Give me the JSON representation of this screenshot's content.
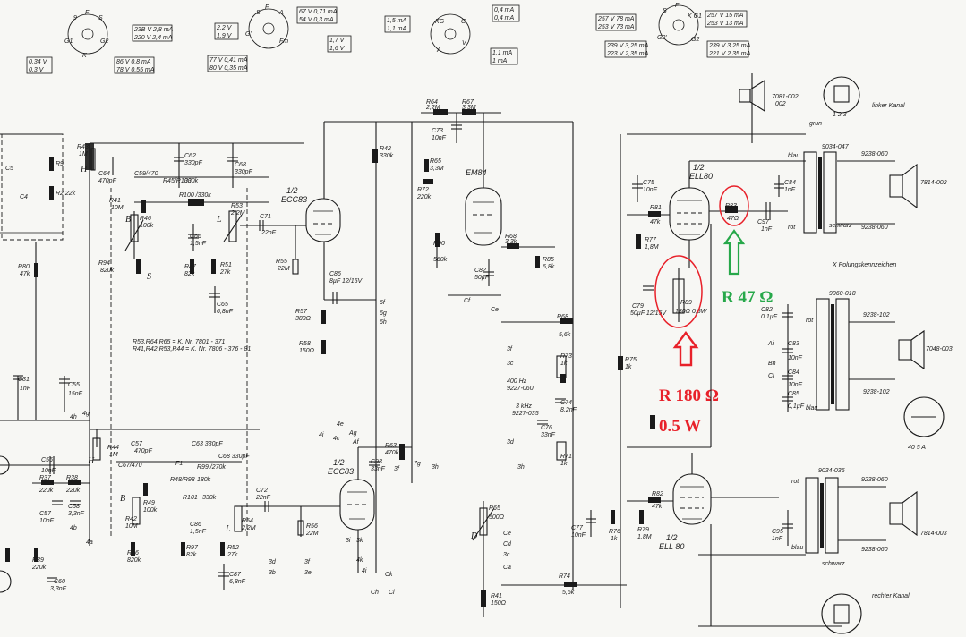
{
  "colors": {
    "annotation_red": "#e8212a",
    "annotation_green": "#27a84a",
    "ink": "#1a1a1a",
    "paper": "#f7f7f4"
  },
  "tubes": {
    "ecc83_top": "ECC83",
    "ecc83_top_frac": "1/2",
    "em84": "EM84",
    "ell80_top": "ELL80",
    "ell80_top_frac": "1/2",
    "ecc83_bottom": "ECC83",
    "ecc83_bottom_frac": "1/2",
    "ell80_bottom": "ELL 80",
    "ell80_bottom_frac": "1/2"
  },
  "voltage_tables": {
    "t1": [
      "23B V 2,8 mA",
      "220 V 2,4 mA",
      "86 V 0,8 mA",
      "78 V 0,55 mA",
      "0,34 V",
      "0,3 V"
    ],
    "t2": [
      "2,2 V",
      "1,9 V",
      "67 V 0,71 mA",
      "54 V 0,3 mA",
      "1,7 V",
      "1,6 V",
      "77 V 0,41 mA",
      "80 V 0,35 mA"
    ],
    "t3": [
      "1,5 mA",
      "1,1 mA",
      "0,4 mA",
      "0,4 mA",
      "1,1 mA",
      "1 mA"
    ],
    "t4": [
      "257 V 78 mA",
      "253 V 73 mA",
      "257 V 15 mA",
      "253 V 13 mA",
      "239 V 3,25 mA",
      "223 V 2,35 mA",
      "239 V 3,25 mA",
      "221 V 2,35 mA"
    ]
  },
  "components": {
    "r43": "R43",
    "r43v": "1M",
    "r41": "R41",
    "r41v": "10M",
    "r46": "R46",
    "r46v": "100k",
    "r94": "R94",
    "r94v": "820k",
    "r47": "R47",
    "r47v": "82k",
    "r51": "R51",
    "r51v": "27k",
    "r53": "R53",
    "r53v": "2,2M",
    "r45": "R45/R100",
    "r45v": "330k",
    "c62": "C62",
    "c62v": "330pF",
    "c68": "C68",
    "c68v": "330pF",
    "c64": "C64",
    "c64v": "470pF",
    "c65": "C65",
    "c65v": "6,8nF",
    "c66": "C66",
    "c66v": "1,5nF",
    "c71": "C71",
    "c71v": "22nF",
    "r55": "R55",
    "r55v": "22M",
    "c86": "C86",
    "c86v": "8µF 12/15V",
    "r57": "R57",
    "r57v": "380Ω",
    "r58": "R58",
    "r58v": "150Ω",
    "r42": "R42",
    "r42v": "330k",
    "r64": "R64",
    "r64v": "2,2M",
    "r67": "R67",
    "r67v": "3,3M",
    "c73": "C73",
    "c73v": "10nF",
    "r65": "R65",
    "r65v": "3,3M",
    "r72": "R72",
    "r72v": "220k",
    "r90": "R90",
    "r90v": "560k",
    "r85": "R85",
    "r85v": "6,8k",
    "c82": "C82",
    "c82v": "50µF",
    "r68": "R68",
    "r68v": "5,6k",
    "r75": "R75",
    "r75v": "1k",
    "r81": "R81",
    "r81v": "47k",
    "r77": "R77",
    "r77v": "1,8M",
    "c75": "C75",
    "c75v": "10nF",
    "r83": "R83",
    "r83v": "47Ω",
    "r89": "R89",
    "r89v": "180Ω 0,5W",
    "c79": "C79",
    "c79v": "50µF 12/15V",
    "c84": "C84",
    "c84v": "1nF",
    "c97": "C97",
    "c97v": "1nF",
    "r80": "R80",
    "r80v": "47k",
    "c31": "C31",
    "c31v": "1nF",
    "c55": "C55",
    "c55v": "15nF",
    "r44": "R44",
    "r44v": "1M",
    "c57": "C57",
    "c57v": "470pF",
    "r42b": "R42",
    "r42bv": "10M",
    "r86": "R86",
    "r86v": "820k",
    "r97": "R97",
    "r97v": "82k",
    "r52": "R52",
    "r52v": "27k",
    "r54": "R54",
    "r54v": "2,2M",
    "c72": "C72",
    "c72v": "22nF",
    "r56": "R56",
    "r56v": "22M",
    "c87": "C87",
    "c87v": "6,8nF",
    "r63": "R63",
    "r63v": "470k",
    "c93": "C93",
    "c93v": "33nF",
    "r65b": "R65",
    "r65bv": "500Ω",
    "r41b": "R41",
    "r41bv": "150Ω",
    "r74": "R74",
    "r74v": "5,6k",
    "r82": "R82",
    "r82v": "47k",
    "r76": "R76",
    "r76v": "1k",
    "r79": "R79",
    "r79v": "1,8M",
    "c77": "C77",
    "c77v": "10nF",
    "r73": "R73",
    "r73v": "1k",
    "c74": "C74",
    "c74v": "8,2nF",
    "c76": "C76",
    "c76v": "33nF",
    "c95": "C95",
    "c95v": "1nF",
    "c82b": "C82",
    "c82bv": "0,1µF",
    "c83": "C83",
    "c83v": "10nF",
    "c84b": "C84",
    "c84bv": "10nF",
    "c85": "C85",
    "c85v": "0,1µF",
    "c56": "C56",
    "c56v": "10nF",
    "r37": "R37",
    "r37v": "220k",
    "r38": "R38",
    "r38v": "220k",
    "c58": "C58",
    "c58v": "3,3nF",
    "c57b": "C57",
    "c57bv": "10nF",
    "r39": "R39",
    "r39v": "220k",
    "c60": "C60",
    "c60v": "3,3nF",
    "r49": "R49",
    "r49v": "100k",
    "r48": "R48/R98",
    "r48v": "180k",
    "r101": "R101",
    "r101v": "330k"
  },
  "filters": [
    "400 Hz",
    "9227-060",
    "3 kHz",
    "9227-035"
  ],
  "notes": {
    "part_note1": "R53,R64,R65 = K. Nr. 7801 - 371",
    "part_note2": "R41,R42,R53,R44 = K. Nr. 7806 - 376 - 81",
    "polarity": "X Polungskennzeichen",
    "left_channel": "linker Kanal",
    "right_channel": "rechter Kanal",
    "tr_top": "9034-047",
    "tr_mid": "9060-018",
    "tr_bot": "9034-036",
    "coil_top": "9238-060",
    "coil_top2": "9238-060",
    "coil_mid": "9238-102",
    "coil_mid2": "9238-102",
    "coil_bot": "9238-060",
    "coil_bot2": "9238-060",
    "spk_top": "7814-002",
    "spk_mid": "7048-003",
    "spk_bot": "7814-003",
    "tweeter": "7081-002",
    "jack": "40 5 A",
    "wire_grun": "grun",
    "wire_blau": "blau",
    "wire_rot": "rot",
    "wire_schwarz": "schwarz"
  },
  "annotations": {
    "label_green": "R 47 Ω",
    "label_red_line1": "R 180 Ω",
    "label_red_line2": "0.5 W"
  }
}
